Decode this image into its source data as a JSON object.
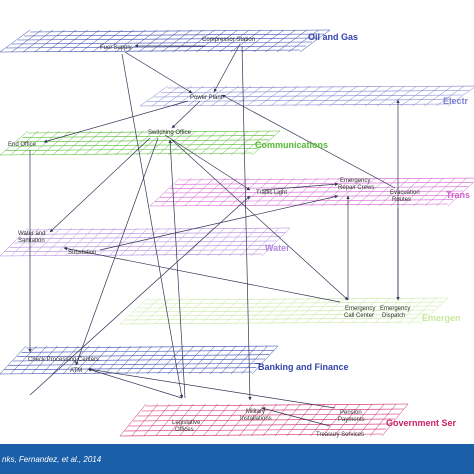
{
  "colors": {
    "oil_gas": "#3344aa",
    "electric": "#8080d0",
    "communications": "#55bb33",
    "transportation": "#d060d0",
    "water": "#b088dd",
    "emergency": "#c8e8a0",
    "banking": "#3344aa",
    "government": "#cc2266",
    "arrow": "#333355",
    "footer": "#1a5fa8"
  },
  "layers": {
    "oil_gas": "Oil and Gas",
    "electric": "Electr",
    "communications": "Communications",
    "transportation": "Trans",
    "water": "Water",
    "emergency": "Emergen",
    "banking": "Banking and Finance",
    "government": "Government Ser"
  },
  "nodes": {
    "fuel_supply": "Fuel Supply",
    "compressor_station": "Compressor Station",
    "power_plant": "Power Plant",
    "end_office": "End Office",
    "switching_office": "Switching Office",
    "traffic_light": "Traffic Light",
    "emergency_repair_1": "Emergency",
    "emergency_repair_2": "Repair Crews",
    "evacuation_1": "Evacuation",
    "evacuation_2": "Routes",
    "water_sanitation_1": "Water and",
    "water_sanitation_2": "Sanitation",
    "substation": "Substation",
    "emergency_call_1": "Emergency",
    "emergency_call_2": "Call Center",
    "emergency_dispatch_1": "Emergency",
    "emergency_dispatch_2": "Dispatch",
    "check_processing": "Check Processing Centers",
    "atm": "ATM",
    "legislative_1": "Legislative",
    "legislative_2": "Offices",
    "military_1": "Military",
    "military_2": "Installations",
    "pension_1": "Pension",
    "pension_2": "Payments",
    "treasury": "Treasury Services"
  },
  "citation": "nks, Fernandez, et al., 2014"
}
